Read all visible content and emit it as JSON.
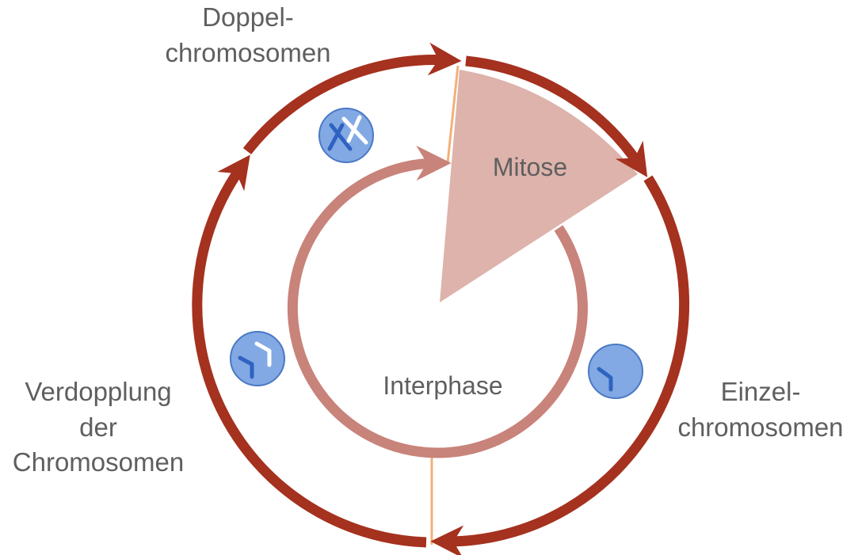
{
  "labels": {
    "top_line1": "Doppel-",
    "top_line2": "chromosomen",
    "right_line1": "Einzel-",
    "right_line2": "chromosomen",
    "left_line1": "Verdopplung",
    "left_line2": "der",
    "left_line3": "Chromosomen",
    "mitosis": "Mitose",
    "interphase": "Interphase"
  },
  "colors": {
    "outer_arrow": "#a5311f",
    "inner_arrow": "#c8837a",
    "mitosis_wedge": "#ddb3ab",
    "divider_line": "#f3b07a",
    "chromosome_badge_fill": "#82a9e3",
    "chromosome_badge_stroke": "#4a78c4",
    "chromosome_dark": "#2f63c1",
    "chromosome_light": "#ffffff"
  },
  "icons": {
    "double_chromosome": "double-chromosome-icon",
    "single_chromosome_left": "single-chromosome-pair-icon",
    "single_chromosome_right": "single-chromosome-icon"
  }
}
